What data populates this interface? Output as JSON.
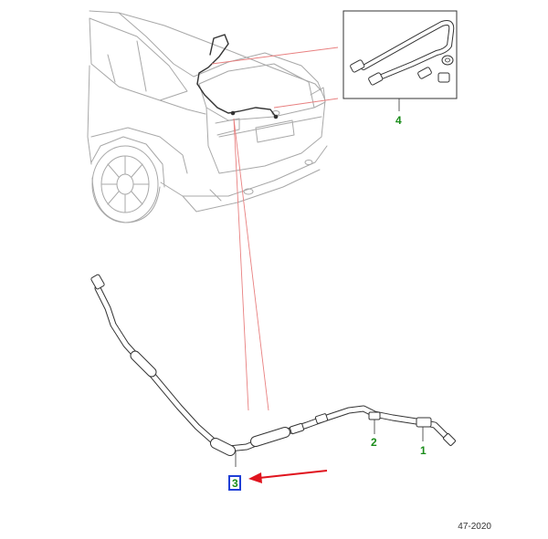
{
  "diagram": {
    "callouts": {
      "part_1": "1",
      "part_2": "2",
      "part_3": "3",
      "part_4": "4"
    },
    "footer_code": "47-2020",
    "colors": {
      "callout_text": "#1a8c1a",
      "highlight_box": "#1f3fd6",
      "leader_lines": "#e88080",
      "pointer_arrow": "#e0141e",
      "vehicle_outline": "#a8a8a8",
      "hose_line": "#333333"
    }
  }
}
